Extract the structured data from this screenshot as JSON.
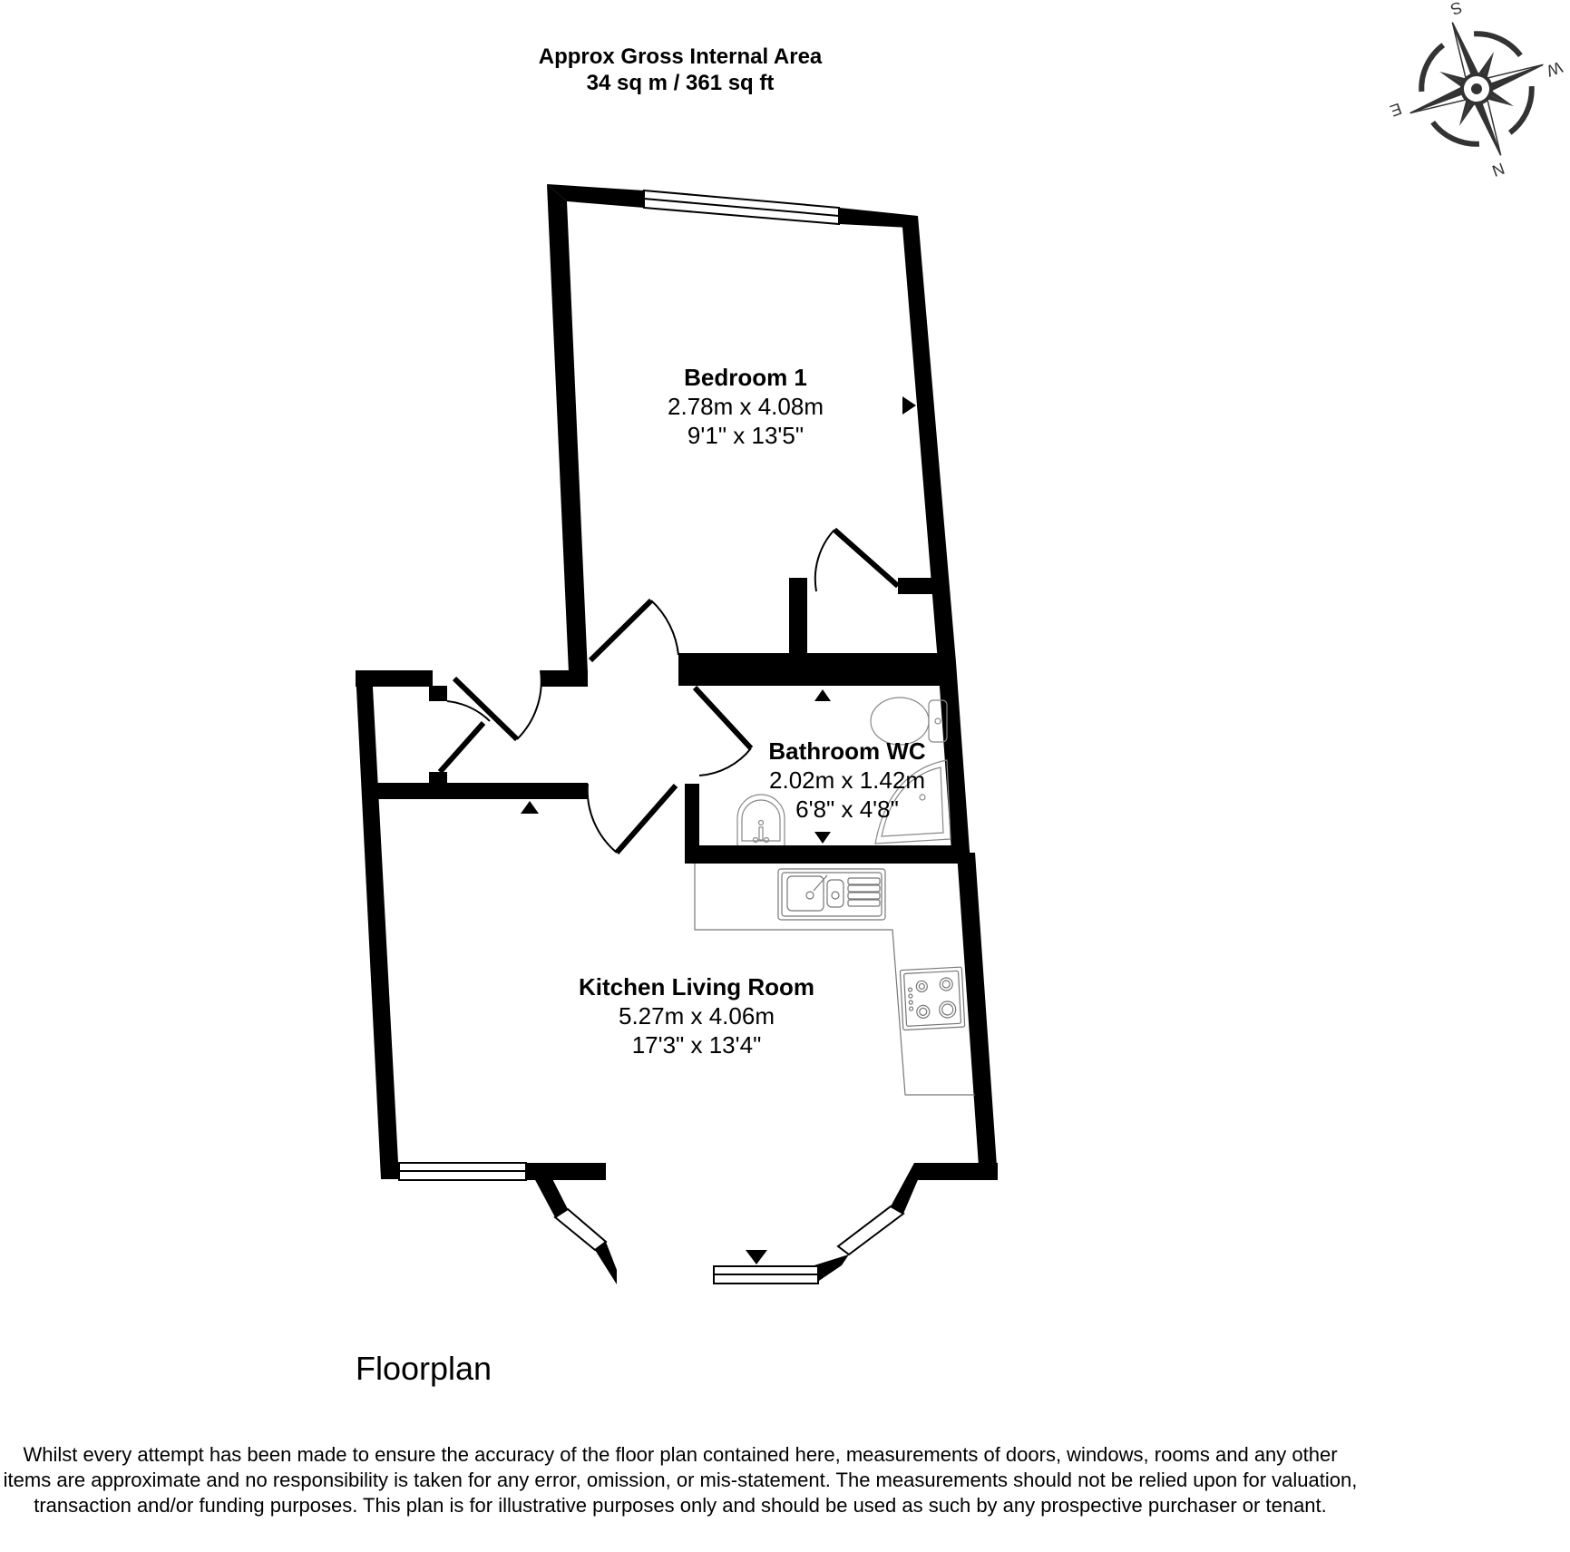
{
  "header": {
    "line1": "Approx Gross Internal Area",
    "line2": "34 sq m / 361 sq ft"
  },
  "compass": {
    "icon": "compass-rose-icon",
    "labels": {
      "north": "N",
      "south": "S",
      "east": "E",
      "west": "W"
    },
    "color": "#333333"
  },
  "rooms": [
    {
      "name": "Bedroom 1",
      "metric": "2.78m x 4.08m",
      "imperial": "9'1\" x 13'5\""
    },
    {
      "name": "Bathroom WC",
      "metric": "2.02m x 1.42m",
      "imperial": "6'8\" x 4'8\""
    },
    {
      "name": "Kitchen Living Room",
      "metric": "5.27m x 4.06m",
      "imperial": "17'3\" x 13'4\""
    }
  ],
  "fixtures": [
    "toilet-icon",
    "corner-bath-icon",
    "washbasin-icon",
    "kitchen-sink-icon",
    "hob-icon"
  ],
  "floor_title": "Floorplan",
  "disclaimer": "Whilst every attempt has been made to ensure the accuracy of the floor plan contained here, measurements of doors, windows, rooms and any other items are approximate and no responsibility is taken for any error, omission, or mis-statement. The measurements should not be relied upon for valuation, transaction and/or funding purposes. This plan is for illustrative purposes only and should be used as such by any prospective purchaser or tenant.",
  "colors": {
    "wall": "#000000",
    "fixture_stroke": "#888888",
    "background": "#ffffff"
  }
}
